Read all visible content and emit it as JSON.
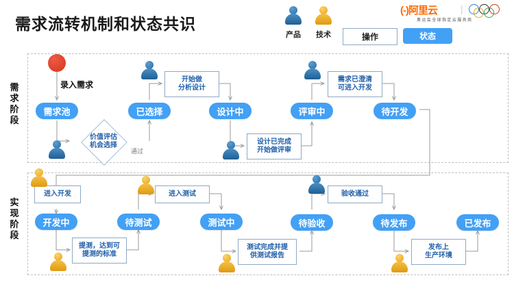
{
  "header": {
    "title": "需求流转机制和状态共识",
    "legend": [
      {
        "id": "product",
        "label": "产品",
        "color": "#2b6ca3",
        "icon": "person-icon"
      },
      {
        "id": "tech",
        "label": "技术",
        "color": "#e09a10",
        "icon": "person-icon"
      }
    ],
    "buttons": [
      {
        "id": "operation",
        "label": "操作",
        "style": "outline"
      },
      {
        "id": "status",
        "label": "状态",
        "style": "filled",
        "color": "#42a0f5"
      }
    ],
    "brand": {
      "name": "阿里云",
      "mark": "(-)",
      "separator": "|",
      "rings": "olympic-rings-icon",
      "tagline": "奥运会全球指定云服务商"
    }
  },
  "colors": {
    "pill": "#42a0f5",
    "start_node": "#d6331c",
    "note_border": "#8ea9c4",
    "note_text": "#1f5fa8",
    "wire": "#9a9a9a",
    "phase_border": "#bfbfbf"
  },
  "phases": [
    {
      "id": "requirement",
      "label": "需求阶段",
      "start_node": {
        "id": "start",
        "shape": "circle",
        "color": "#d6331c"
      },
      "statuses": [
        {
          "id": "pool",
          "label": "需求池"
        },
        {
          "id": "selected",
          "label": "已选择"
        },
        {
          "id": "designing",
          "label": "设计中"
        },
        {
          "id": "reviewing",
          "label": "评审中"
        },
        {
          "id": "pending-dev",
          "label": "待开发"
        }
      ],
      "notes": [
        {
          "id": "start-analysis",
          "label": "开始做\n分析设计",
          "owner": "product"
        },
        {
          "id": "design-done",
          "label": "设计已完成\n开始做评审",
          "owner": "product"
        },
        {
          "id": "req-clarified",
          "label": "需求已澄清\n可进入开发",
          "owner": "product"
        }
      ],
      "decisions": [
        {
          "id": "value-eval",
          "label": "价值评估\n机会选择",
          "shape": "diamond",
          "outcome": "通过"
        }
      ],
      "edge_labels": [
        {
          "id": "enter-requirement",
          "label": "录入需求"
        },
        {
          "id": "pass",
          "label": "通过"
        }
      ],
      "actors": [
        {
          "id": "a1",
          "owner": "product"
        },
        {
          "id": "a2",
          "owner": "product"
        },
        {
          "id": "a3",
          "owner": "product"
        },
        {
          "id": "a4",
          "owner": "product"
        }
      ]
    },
    {
      "id": "implementation",
      "label": "实现阶段",
      "statuses": [
        {
          "id": "developing",
          "label": "开发中"
        },
        {
          "id": "pending-test",
          "label": "待测试"
        },
        {
          "id": "testing",
          "label": "测试中"
        },
        {
          "id": "pending-accept",
          "label": "待验收"
        },
        {
          "id": "pending-release",
          "label": "待发布"
        },
        {
          "id": "released",
          "label": "已发布"
        }
      ],
      "notes": [
        {
          "id": "enter-dev",
          "label": "进入开发",
          "owner": "tech"
        },
        {
          "id": "submit-test",
          "label": "提测，达到可\n提测的标准",
          "owner": "tech"
        },
        {
          "id": "enter-test",
          "label": "进入测试",
          "owner": "tech"
        },
        {
          "id": "test-done",
          "label": "测试完成并提\n供测试报告",
          "owner": "tech"
        },
        {
          "id": "accept-pass",
          "label": "验收通过",
          "owner": "product"
        },
        {
          "id": "release-prod",
          "label": "发布上\n生产环境",
          "owner": "tech"
        }
      ],
      "actors": [
        {
          "id": "b1",
          "owner": "tech"
        },
        {
          "id": "b2",
          "owner": "tech"
        },
        {
          "id": "b3",
          "owner": "tech"
        },
        {
          "id": "b4",
          "owner": "tech"
        },
        {
          "id": "b5",
          "owner": "product"
        },
        {
          "id": "b6",
          "owner": "tech"
        }
      ]
    }
  ]
}
